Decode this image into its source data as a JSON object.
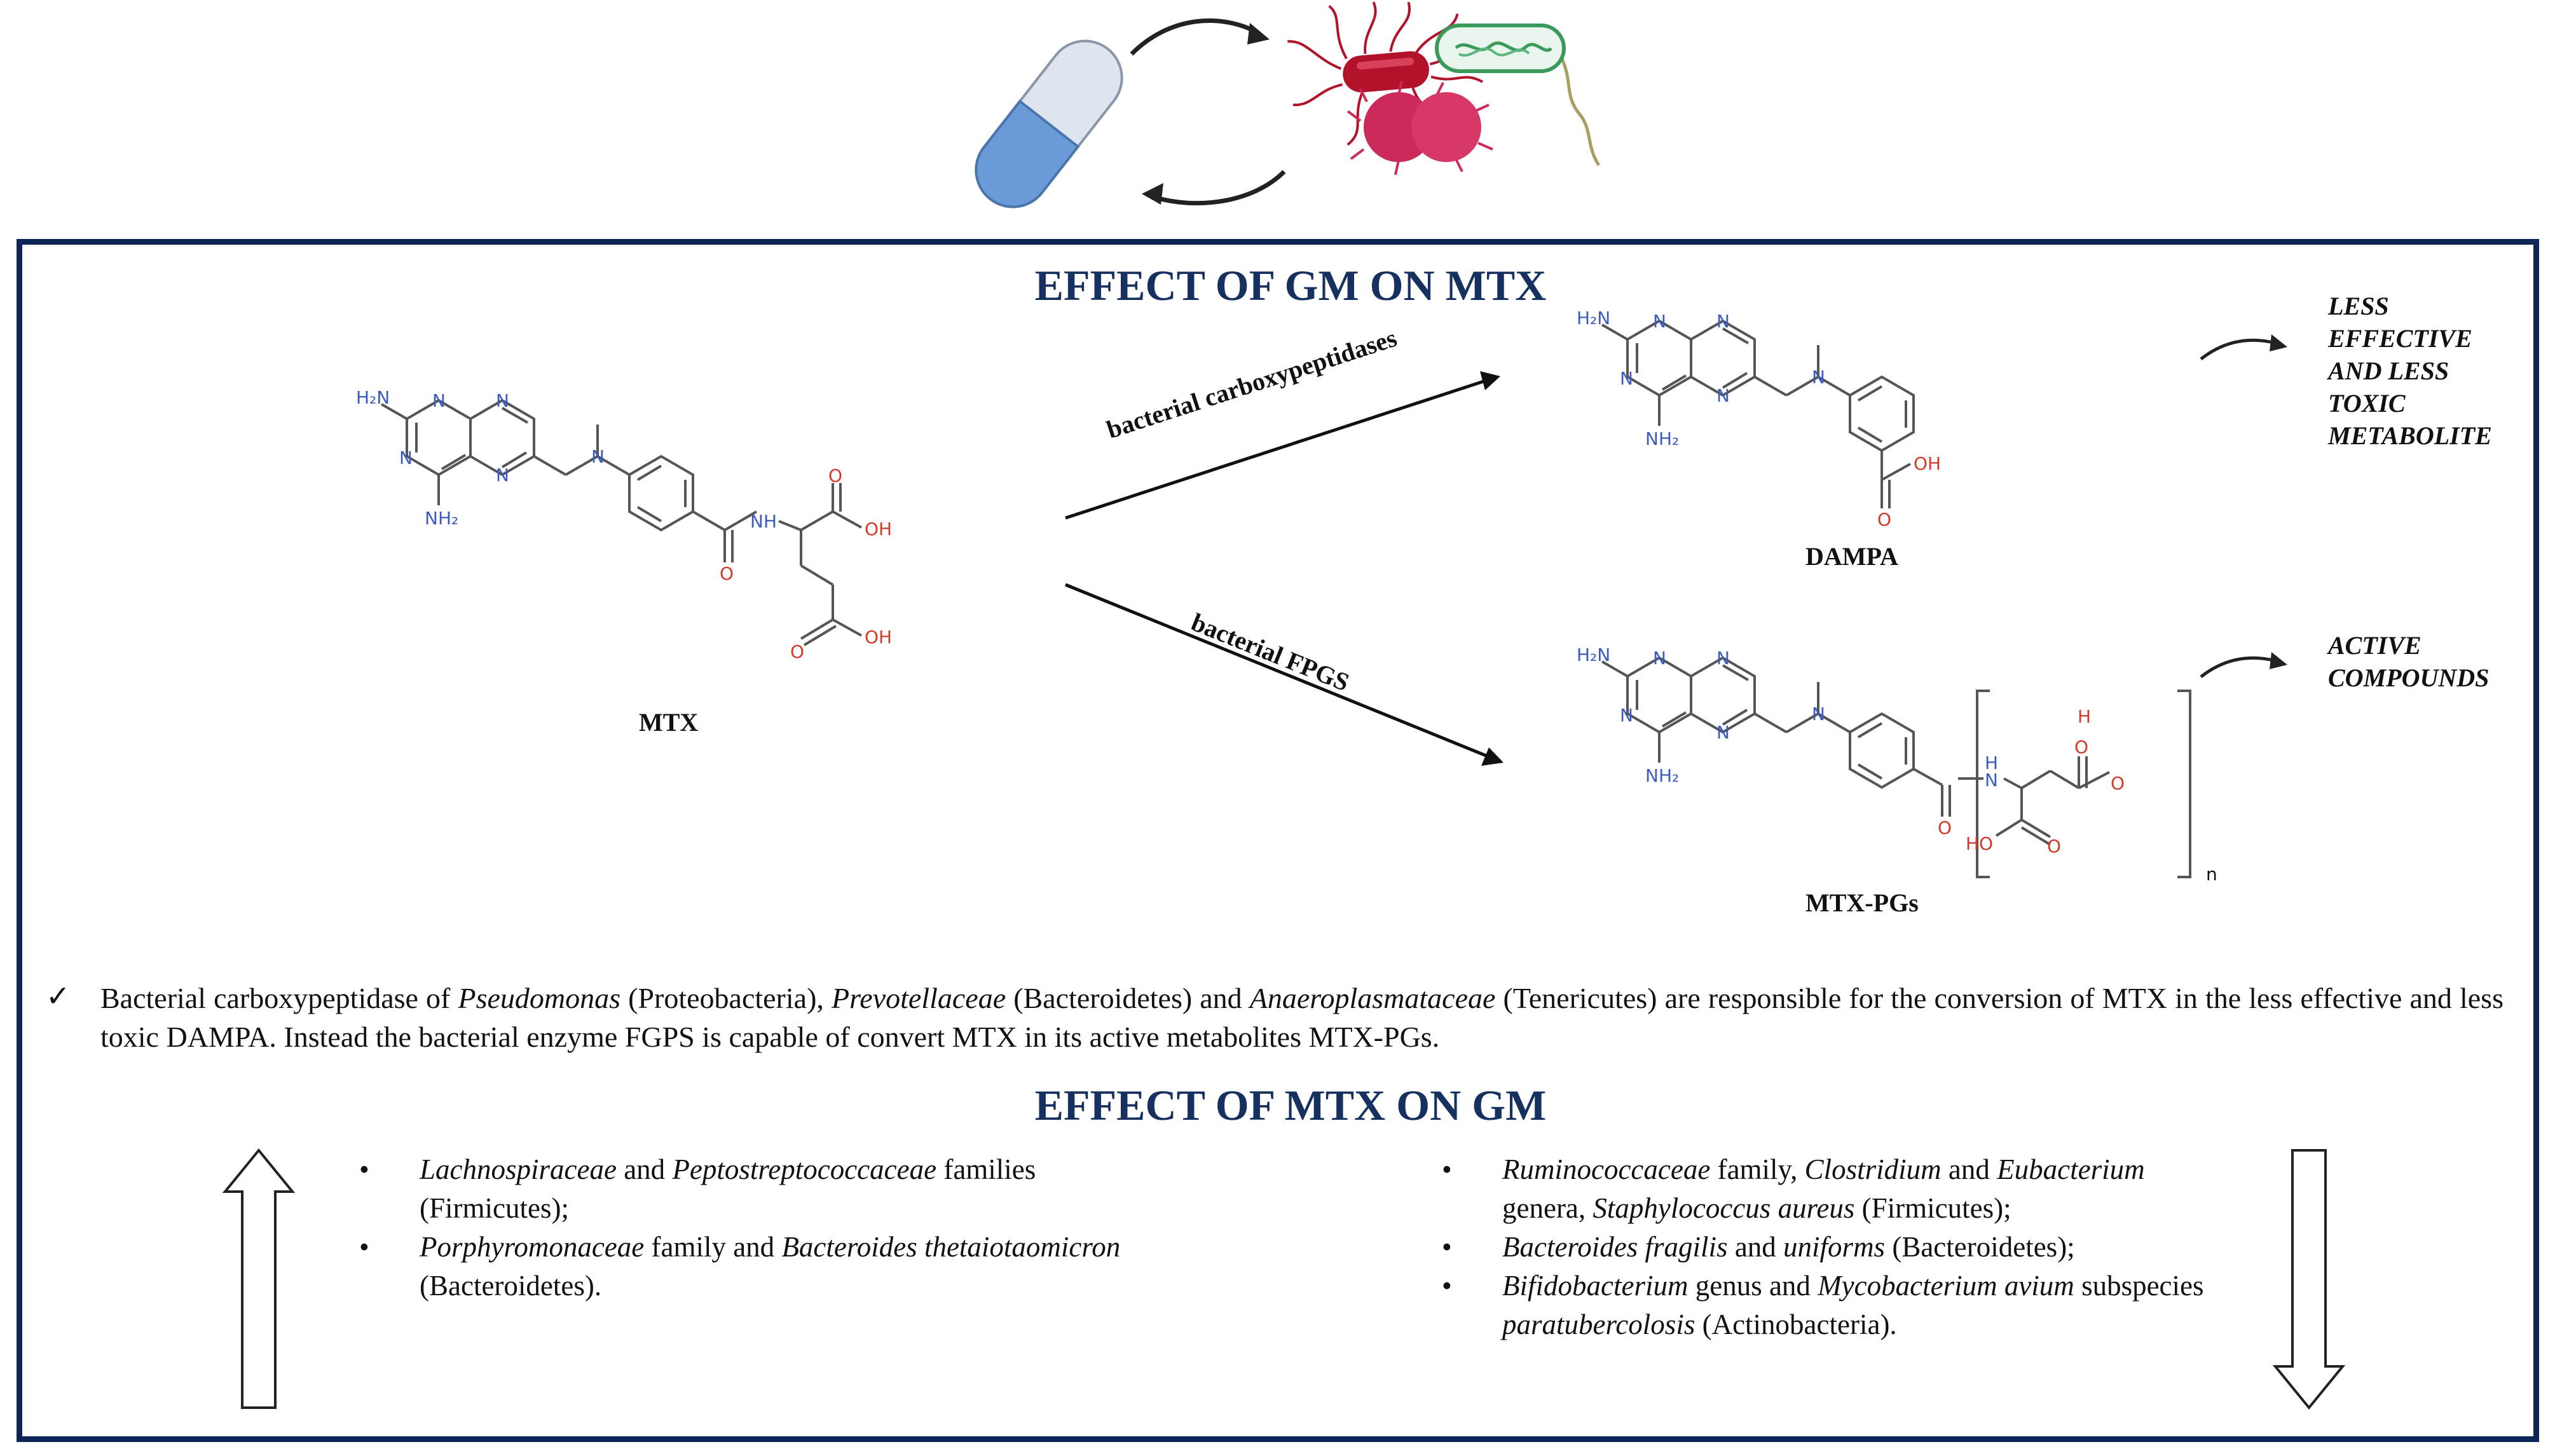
{
  "top_icons": {
    "capsule_color": "#6b9bd6",
    "bacteria_colors": [
      "#b3122b",
      "#cc2a5a",
      "#3a9a5a"
    ]
  },
  "section_top": {
    "title": "EFFECT OF GM ON MTX"
  },
  "molecules": {
    "mtx": "MTX",
    "dampa": "DAMPA",
    "mtx_pgs": "MTX-PGs"
  },
  "atoms": {
    "h2n": "H₂N",
    "nh2": "NH₂",
    "n": "N",
    "o": "O",
    "oh": "OH",
    "ho": "HO",
    "h": "H",
    "nh": "NH",
    "repeat_n": "n"
  },
  "reactions": {
    "enzyme1": "bacterial carboxypeptidases",
    "enzyme2": "bacterial FPGS"
  },
  "fates": {
    "dampa_fate": [
      "LESS",
      "EFFECTIVE",
      "AND LESS",
      "TOXIC",
      "METABOLITE"
    ],
    "pgs_fate": [
      "ACTIVE",
      "COMPOUNDS"
    ]
  },
  "summary": {
    "check": "✓",
    "t1": "Bacterial carboxypeptidase of ",
    "i1": "Pseudomonas",
    "t2": " (Proteobacteria), ",
    "i2": "Prevotellaceae",
    "t3": " (Bacteroidetes) and ",
    "i3": "Anaeroplasmataceae",
    "t4": " (Tenericutes) are responsible for the conversion of MTX in the less effective and less toxic DAMPA. Instead the bacterial enzyme FGPS is capable of convert MTX in its active metabolites MTX-PGs."
  },
  "section_bottom": {
    "title": "EFFECT OF MTX ON GM"
  },
  "increase_list": {
    "b": "•",
    "item1": {
      "i1": "Lachnospiraceae",
      "t1": " and ",
      "i2": "Peptostreptococcaceae",
      "t2": " families (Firmicutes);"
    },
    "item2": {
      "i1": "Porphyromonaceae",
      "t1": " family and ",
      "i2": "Bacteroides thetaiotaomicron",
      "t2": " (Bacteroidetes)."
    }
  },
  "decrease_list": {
    "b": "•",
    "item1": {
      "i1": "Ruminococcaceae",
      "t1": " family, ",
      "i2": "Clostridium",
      "t2": " and ",
      "i3": "Eubacterium",
      "t3": " genera, ",
      "i4": "Staphylococcus aureus",
      "t4": " (Firmicutes);"
    },
    "item2": {
      "i1": "Bacteroides fragilis",
      "t1": " and ",
      "i2": "uniforms",
      "t2": " (Bacteroidetes);"
    },
    "item3": {
      "i1": "Bifidobacterium",
      "t1": " genus and ",
      "i2": "Mycobacterium avium",
      "t2": " subspecies ",
      "i3": "paratubercolosis",
      "t3": " (Actinobacteria)."
    }
  },
  "colors": {
    "frame": "#0d2556",
    "title": "#16305f",
    "nitrogen": "#3b5bbf",
    "oxygen": "#d03a2a",
    "bond": "#555555"
  }
}
